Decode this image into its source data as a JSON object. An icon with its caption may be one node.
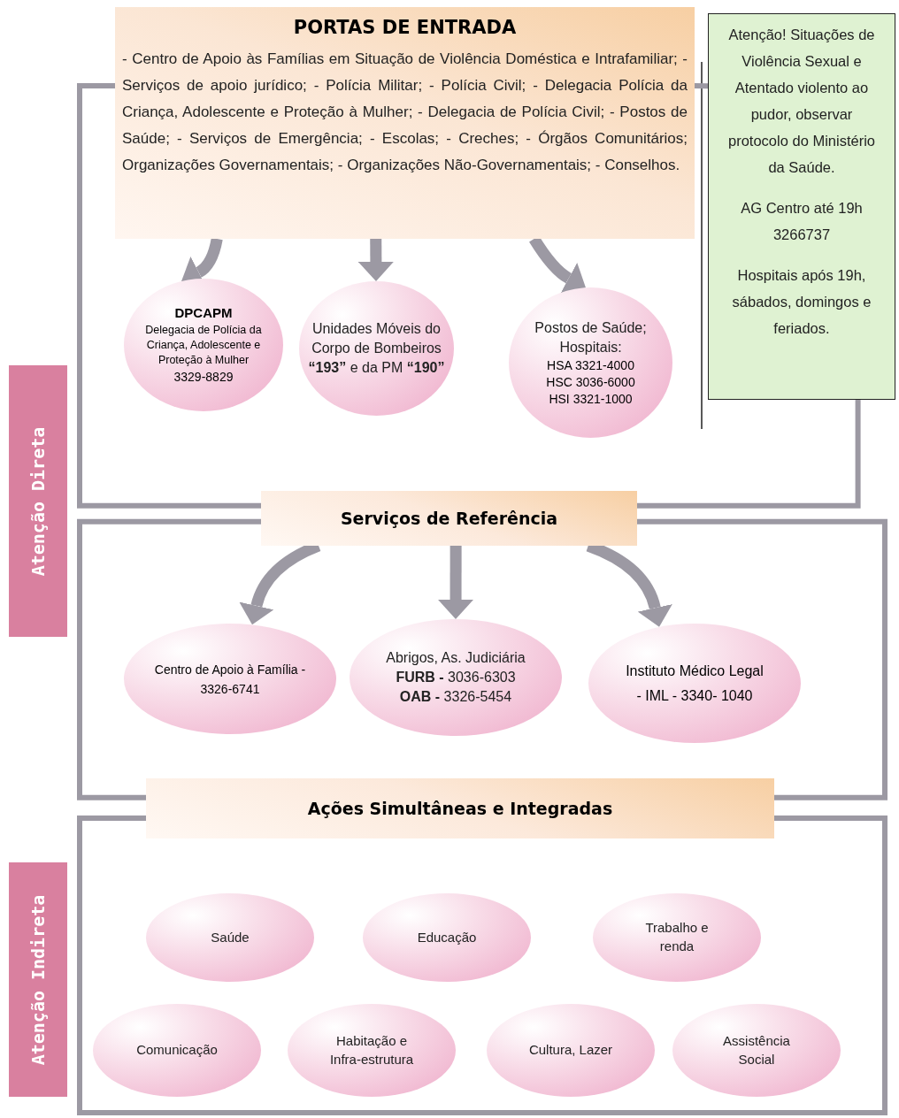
{
  "diagram": {
    "nodes": [
      {
        "text": [
          "PORTAS DE ENTRADA",
          "- Centro de Apoio às Famílias em Situação de Violência Doméstica e Intrafamiliar; - Serviços de apoio jurídico; - Polícia Militar; - Polícia Civil; - Delegacia Polícia da Criança, Adolescente e Proteção à Mulher; - Delegacia de Polícia Civil; - Postos de Saúde; - Serviços de Emergência; - Escolas; - Creches; - Órgãos Comunitários; Organizações Governamentais; - Organizações Não-Governamentais; - Conselhos."
        ]
      },
      {
        "text": [
          "Atenção! Situações de Violência Sexual e Atentado violento ao pudor, observar protocolo do Ministério da Saúde.",
          "AG Centro até 19h 3266737",
          "Hospitais após 19h, sábados, domingos e feriados."
        ]
      },
      {
        "text": [
          "DPCAPM",
          "Delegacia de Polícia da Criança, Adolescente e Proteção à Mulher",
          "3329-8829"
        ]
      },
      {
        "text": [
          "Unidades Móveis do Corpo de Bombeiros **“193”** e da PM **“190”**"
        ]
      },
      {
        "text": [
          "Postos de Saúde; Hospitais:",
          "HSA 3321-4000",
          "HSC 3036-6000",
          "HSI 3321-1000"
        ]
      },
      {
        "text": [
          "Serviços de Referência"
        ]
      },
      {
        "text": [
          "Centro de Apoio à Família - 3326-6741"
        ]
      },
      {
        "text": [
          "Abrigos, As. Judiciária",
          "**FURB -** 3036-6303",
          "**OAB -** 3326-5454"
        ]
      },
      {
        "text": [
          "Instituto Médico Legal - IML - 3340- 1040"
        ]
      },
      {
        "text": [
          "Ações Simultâneas e Integradas"
        ]
      },
      {
        "text": [
          "Saúde"
        ]
      },
      {
        "text": [
          "Educação"
        ]
      },
      {
        "text": [
          "Trabalho e renda"
        ]
      },
      {
        "text": [
          "Comunicação"
        ]
      },
      {
        "text": [
          "Habitação e Infra-estrutura"
        ]
      },
      {
        "text": [
          "Cultura, Lazer"
        ]
      },
      {
        "text": [
          "Assistência Social"
        ]
      },
      {
        "text": [
          "Atenção Direta"
        ]
      },
      {
        "text": [
          "Atenção Indireta"
        ]
      }
    ],
    "edges": [
      {
        "from": 0,
        "to": 2,
        "arrow": "to"
      },
      {
        "from": 0,
        "to": 3,
        "arrow": "to"
      },
      {
        "from": 0,
        "to": 4,
        "arrow": "to"
      },
      {
        "from": 5,
        "to": 6,
        "arrow": "to"
      },
      {
        "from": 5,
        "to": 7,
        "arrow": "to"
      },
      {
        "from": 5,
        "to": 8,
        "arrow": "to"
      },
      {
        "from": 0,
        "to": 5,
        "arrow": "none"
      },
      {
        "from": 0,
        "to": 1,
        "arrow": "none"
      },
      {
        "from": 1,
        "to": 5,
        "arrow": "none"
      },
      {
        "from": 5,
        "to": 9,
        "arrow": "none"
      },
      {
        "from": 5,
        "to": 9,
        "arrow": "none"
      }
    ]
  }
}
